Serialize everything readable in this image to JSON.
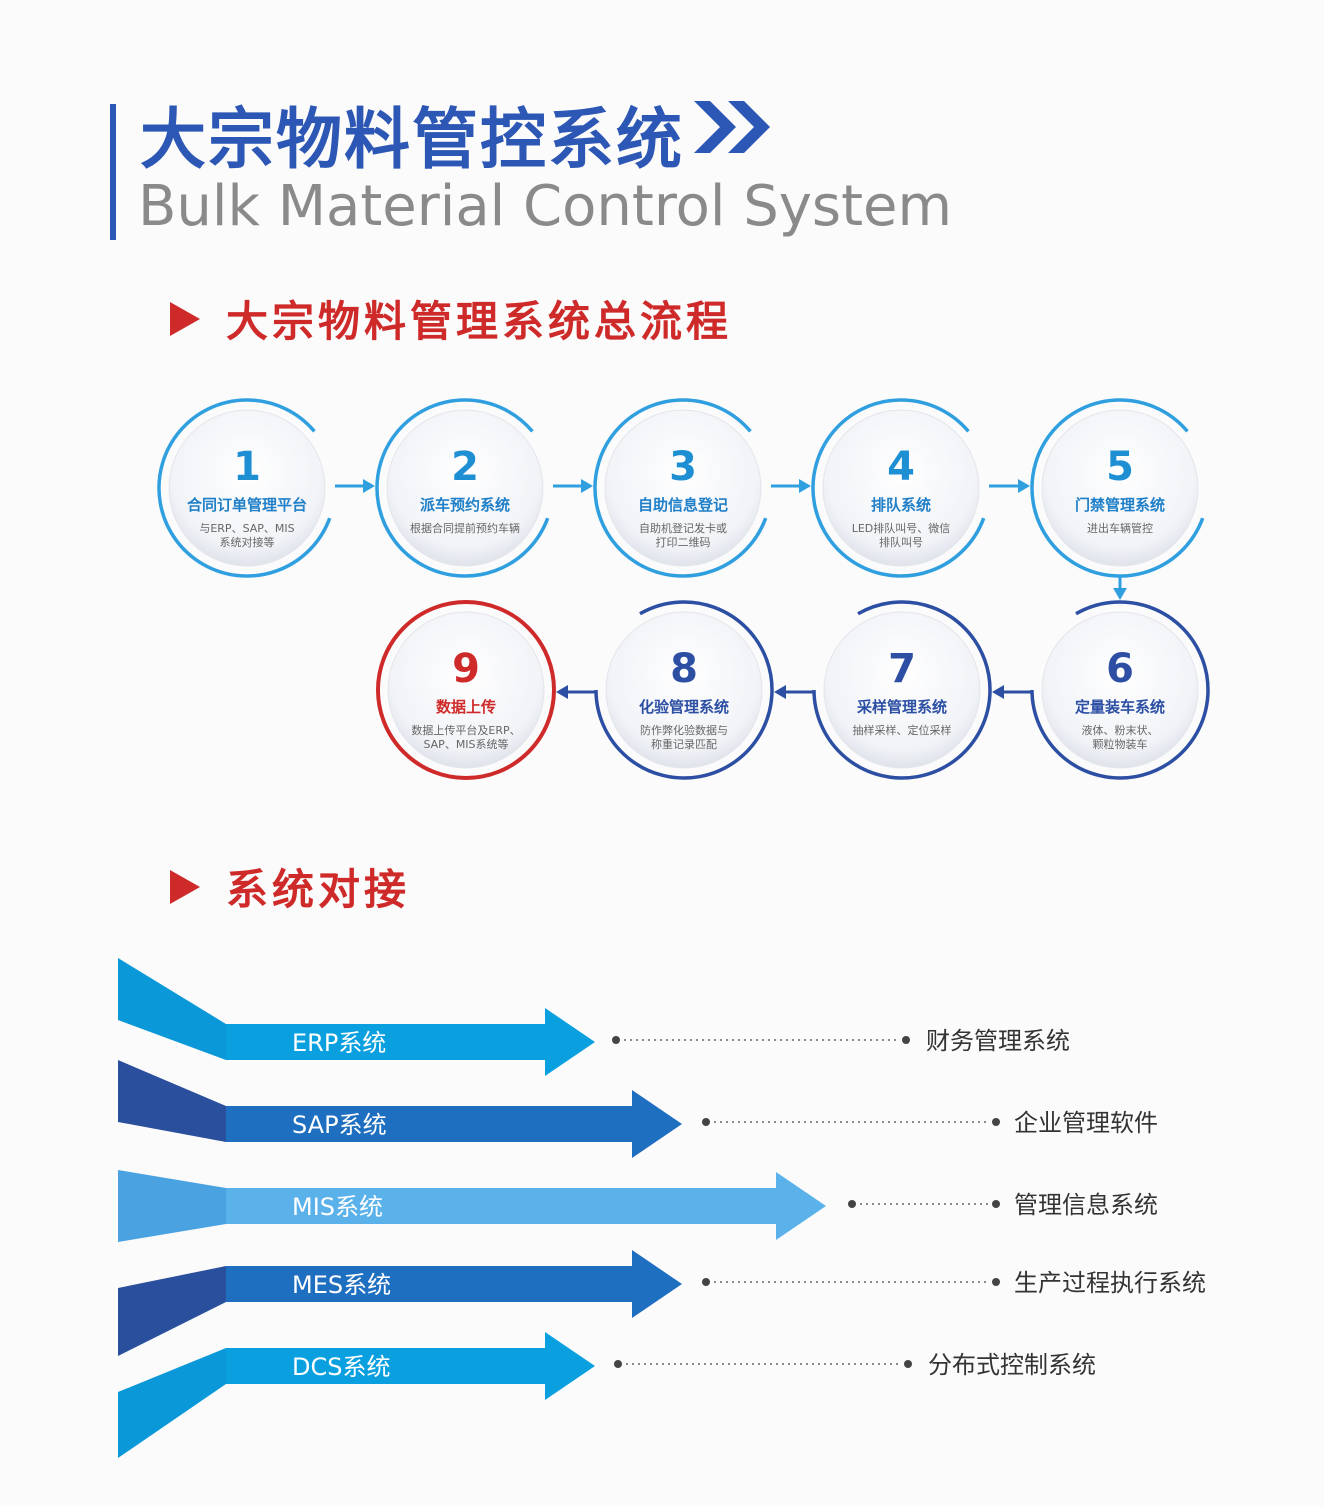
{
  "header": {
    "title_cn": "大宗物料管控系统",
    "title_en": "Bulk Material Control System"
  },
  "sections": {
    "flow_title": "大宗物料管理系统总流程",
    "integration_title": "系统对接"
  },
  "colors": {
    "accent_blue": "#2c57b4",
    "flow_light": "#2f9fe0",
    "flow_dark": "#2c4fa3",
    "red": "#cf2a2a"
  },
  "steps": [
    {
      "num": "1",
      "title": "合同订单管理平台",
      "desc": [
        "与ERP、SAP、MIS",
        "系统对接等"
      ]
    },
    {
      "num": "2",
      "title": "派车预约系统",
      "desc": [
        "根据合同提前预约车辆"
      ]
    },
    {
      "num": "3",
      "title": "自助信息登记",
      "desc": [
        "自助机登记发卡或",
        "打印二维码"
      ]
    },
    {
      "num": "4",
      "title": "排队系统",
      "desc": [
        "LED排队叫号、微信",
        "排队叫号"
      ]
    },
    {
      "num": "5",
      "title": "门禁管理系统",
      "desc": [
        "进出车辆管控"
      ]
    },
    {
      "num": "6",
      "title": "定量装车系统",
      "desc": [
        "液体、粉末状、",
        "颗粒物装车"
      ]
    },
    {
      "num": "7",
      "title": "采样管理系统",
      "desc": [
        "抽样采样、定位采样"
      ]
    },
    {
      "num": "8",
      "title": "化验管理系统",
      "desc": [
        "防作弊化验数据与",
        "称重记录匹配"
      ]
    },
    {
      "num": "9",
      "title": "数据上传",
      "desc": [
        "数据上传平台及ERP、",
        "SAP、MIS系统等"
      ]
    }
  ],
  "integrations": [
    {
      "system": "ERP系统",
      "desc": "财务管理系统",
      "color": "#0aa0e0"
    },
    {
      "system": "SAP系统",
      "desc": "企业管理软件",
      "color": "#1f6fc0"
    },
    {
      "system": "MIS系统",
      "desc": "管理信息系统",
      "color": "#42a6e4"
    },
    {
      "system": "MES系统",
      "desc": "生产过程执行系统",
      "color": "#1f6fc0"
    },
    {
      "system": "DCS系统",
      "desc": "分布式控制系统",
      "color": "#0aa0e0"
    }
  ]
}
